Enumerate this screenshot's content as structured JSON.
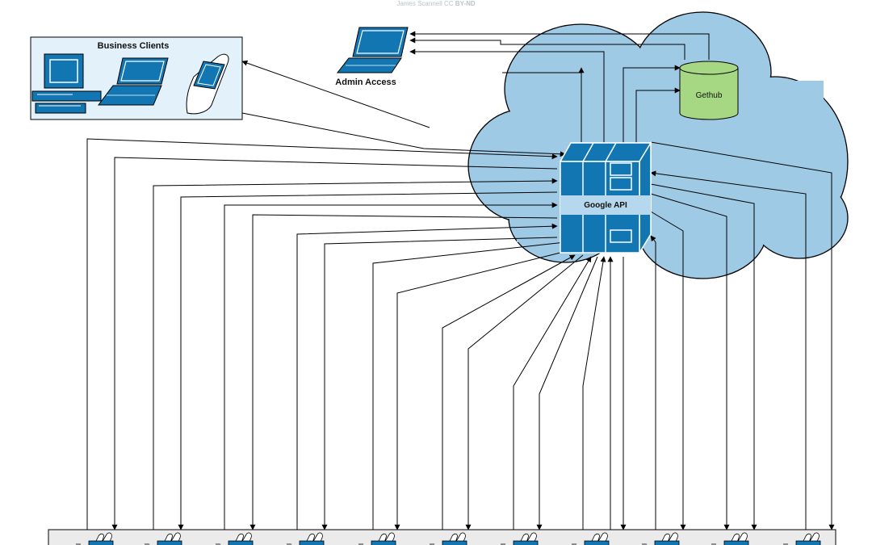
{
  "credit": {
    "author": "James Scannell CC",
    "license": "BY-ND"
  },
  "labels": {
    "business_clients": "Business Clients",
    "admin_access": "Admin Access",
    "gethub": "Gethub",
    "google_api": "Google API"
  },
  "colors": {
    "cloud": "#9ecae6",
    "device_blue": "#1176b2",
    "db_green": "#a6d883",
    "panel_bg": "#e2f1fa",
    "bottom_strip": "#ebebeb"
  },
  "icons": {
    "business_devices": [
      "desktop-computer-icon",
      "laptop-icon",
      "handheld-device-icon"
    ],
    "admin": "laptop-icon",
    "database": "database-icon",
    "server": "server-rack-icon",
    "bottom_devices": "handheld-device-icon"
  },
  "bottom_device_count": 11
}
